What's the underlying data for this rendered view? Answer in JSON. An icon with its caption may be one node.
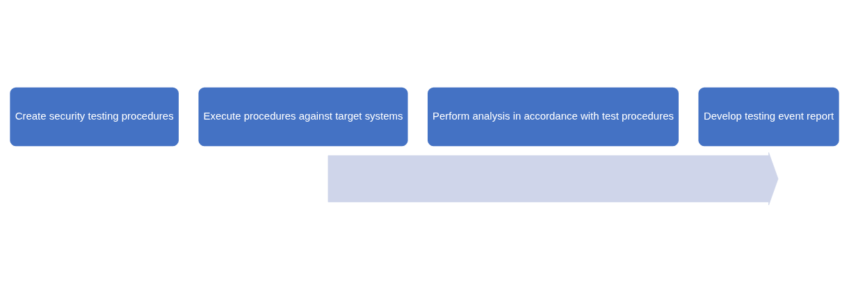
{
  "diagram": {
    "nodes": [
      {
        "text": [],
        "shape": "arrow"
      },
      {
        "text": [
          "Create security testing procedures"
        ]
      },
      {
        "text": [
          "Execute procedures against target systems"
        ]
      },
      {
        "text": [
          "Perform analysis in accordance with test procedures"
        ]
      },
      {
        "text": [
          "Develop testing event report"
        ]
      }
    ],
    "edges": []
  }
}
